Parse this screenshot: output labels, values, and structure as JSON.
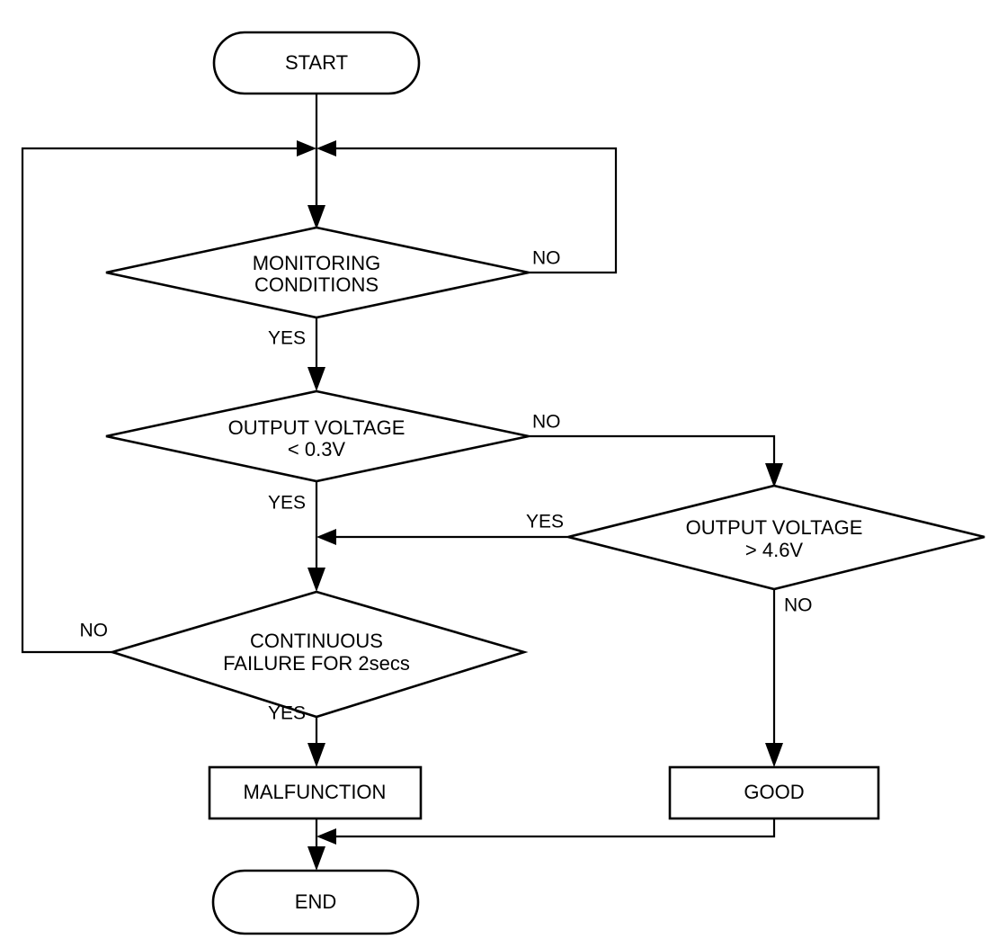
{
  "diagram": {
    "type": "flowchart",
    "title": "",
    "background_color": "#ffffff",
    "line_color": "#000000",
    "nodes": {
      "start": {
        "label": "START",
        "shape": "stadium"
      },
      "monitoring": {
        "label_line1": "MONITORING",
        "label_line2": "CONDITIONS",
        "shape": "diamond"
      },
      "voltage_low": {
        "label_line1": "OUTPUT VOLTAGE",
        "label_line2": "< 0.3V",
        "shape": "diamond"
      },
      "voltage_high": {
        "label_line1": "OUTPUT VOLTAGE",
        "label_line2": "> 4.6V",
        "shape": "diamond"
      },
      "continuous": {
        "label_line1": "CONTINUOUS",
        "label_line2": "FAILURE FOR 2secs",
        "shape": "diamond"
      },
      "malfunction": {
        "label": "MALFUNCTION",
        "shape": "rectangle"
      },
      "good": {
        "label": "GOOD",
        "shape": "rectangle"
      },
      "end": {
        "label": "END",
        "shape": "stadium"
      }
    },
    "edge_labels": {
      "monitoring_no": "NO",
      "monitoring_yes": "YES",
      "voltage_low_no": "NO",
      "voltage_low_yes": "YES",
      "voltage_high_yes": "YES",
      "voltage_high_no": "NO",
      "continuous_no": "NO",
      "continuous_yes": "YES"
    }
  }
}
